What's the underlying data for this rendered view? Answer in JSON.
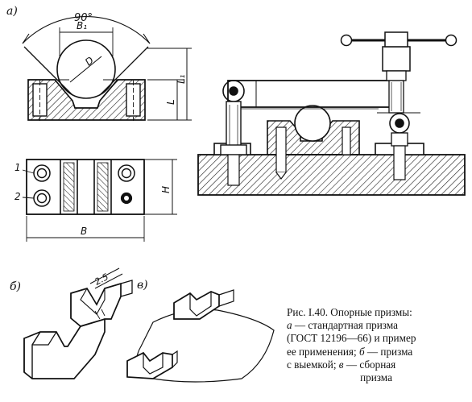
{
  "figure": {
    "panel_labels": {
      "a": "а)",
      "b": "б)",
      "v": "в)"
    },
    "dimensions": {
      "angle": "90°",
      "b1": "B₁",
      "d": "D",
      "l1": "L₁",
      "l": "L",
      "h": "H",
      "b": "B",
      "chamfer": "2.5"
    },
    "callouts": {
      "one": "1",
      "two": "2"
    }
  },
  "caption": {
    "line1": "Рис. I.40. Опорные призмы:",
    "line2_a": "а",
    "line2_text": " — стандартная призма",
    "line3": "(ГОСТ 12196—66) и пример",
    "line4_text": "ее применения; ",
    "line4_b": "б",
    "line4_end": " — призма",
    "line5_text": "с выемкой; ",
    "line5_v": "в",
    "line5_end": " — сборная",
    "line6": "призма"
  }
}
